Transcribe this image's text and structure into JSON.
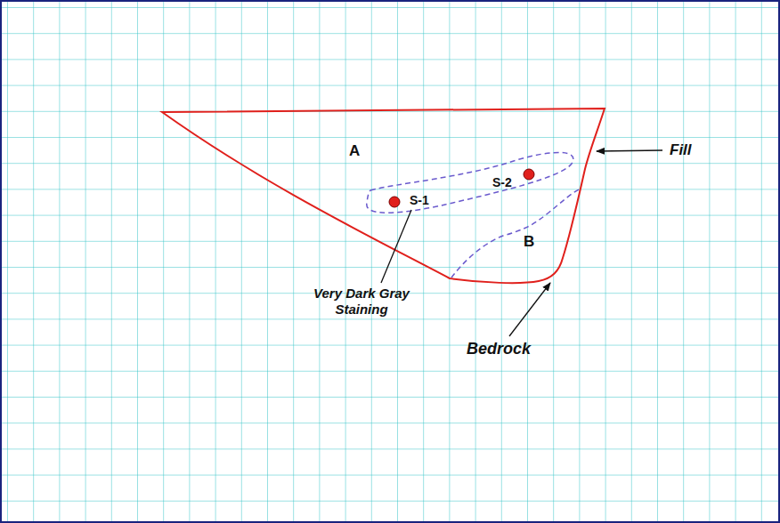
{
  "diagram": {
    "labels": [
      "A",
      "S-2",
      "S-1",
      "Fill",
      "B",
      "Very Dark Gray Staining",
      "Bedrock"
    ]
  }
}
